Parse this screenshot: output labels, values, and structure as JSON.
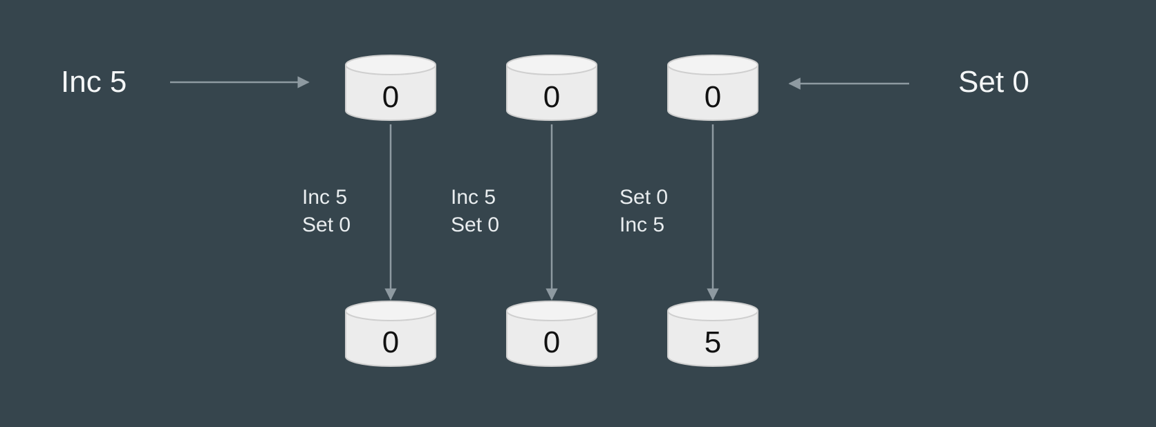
{
  "colors": {
    "background": "#36454d",
    "cylinder_fill": "#ececec",
    "cylinder_stroke": "#cfcfcf",
    "arrow": "#8e9aa1"
  },
  "left_client": {
    "label": "Inc 5"
  },
  "right_client": {
    "label": "Set 0"
  },
  "top_replicas": [
    {
      "value": "0"
    },
    {
      "value": "0"
    },
    {
      "value": "0"
    }
  ],
  "bottom_replicas": [
    {
      "value": "0"
    },
    {
      "value": "0"
    },
    {
      "value": "5"
    }
  ],
  "apply_orders": [
    {
      "first": "Inc 5",
      "second": "Set 0"
    },
    {
      "first": "Inc 5",
      "second": "Set 0"
    },
    {
      "first": "Set 0",
      "second": "Inc 5"
    }
  ]
}
